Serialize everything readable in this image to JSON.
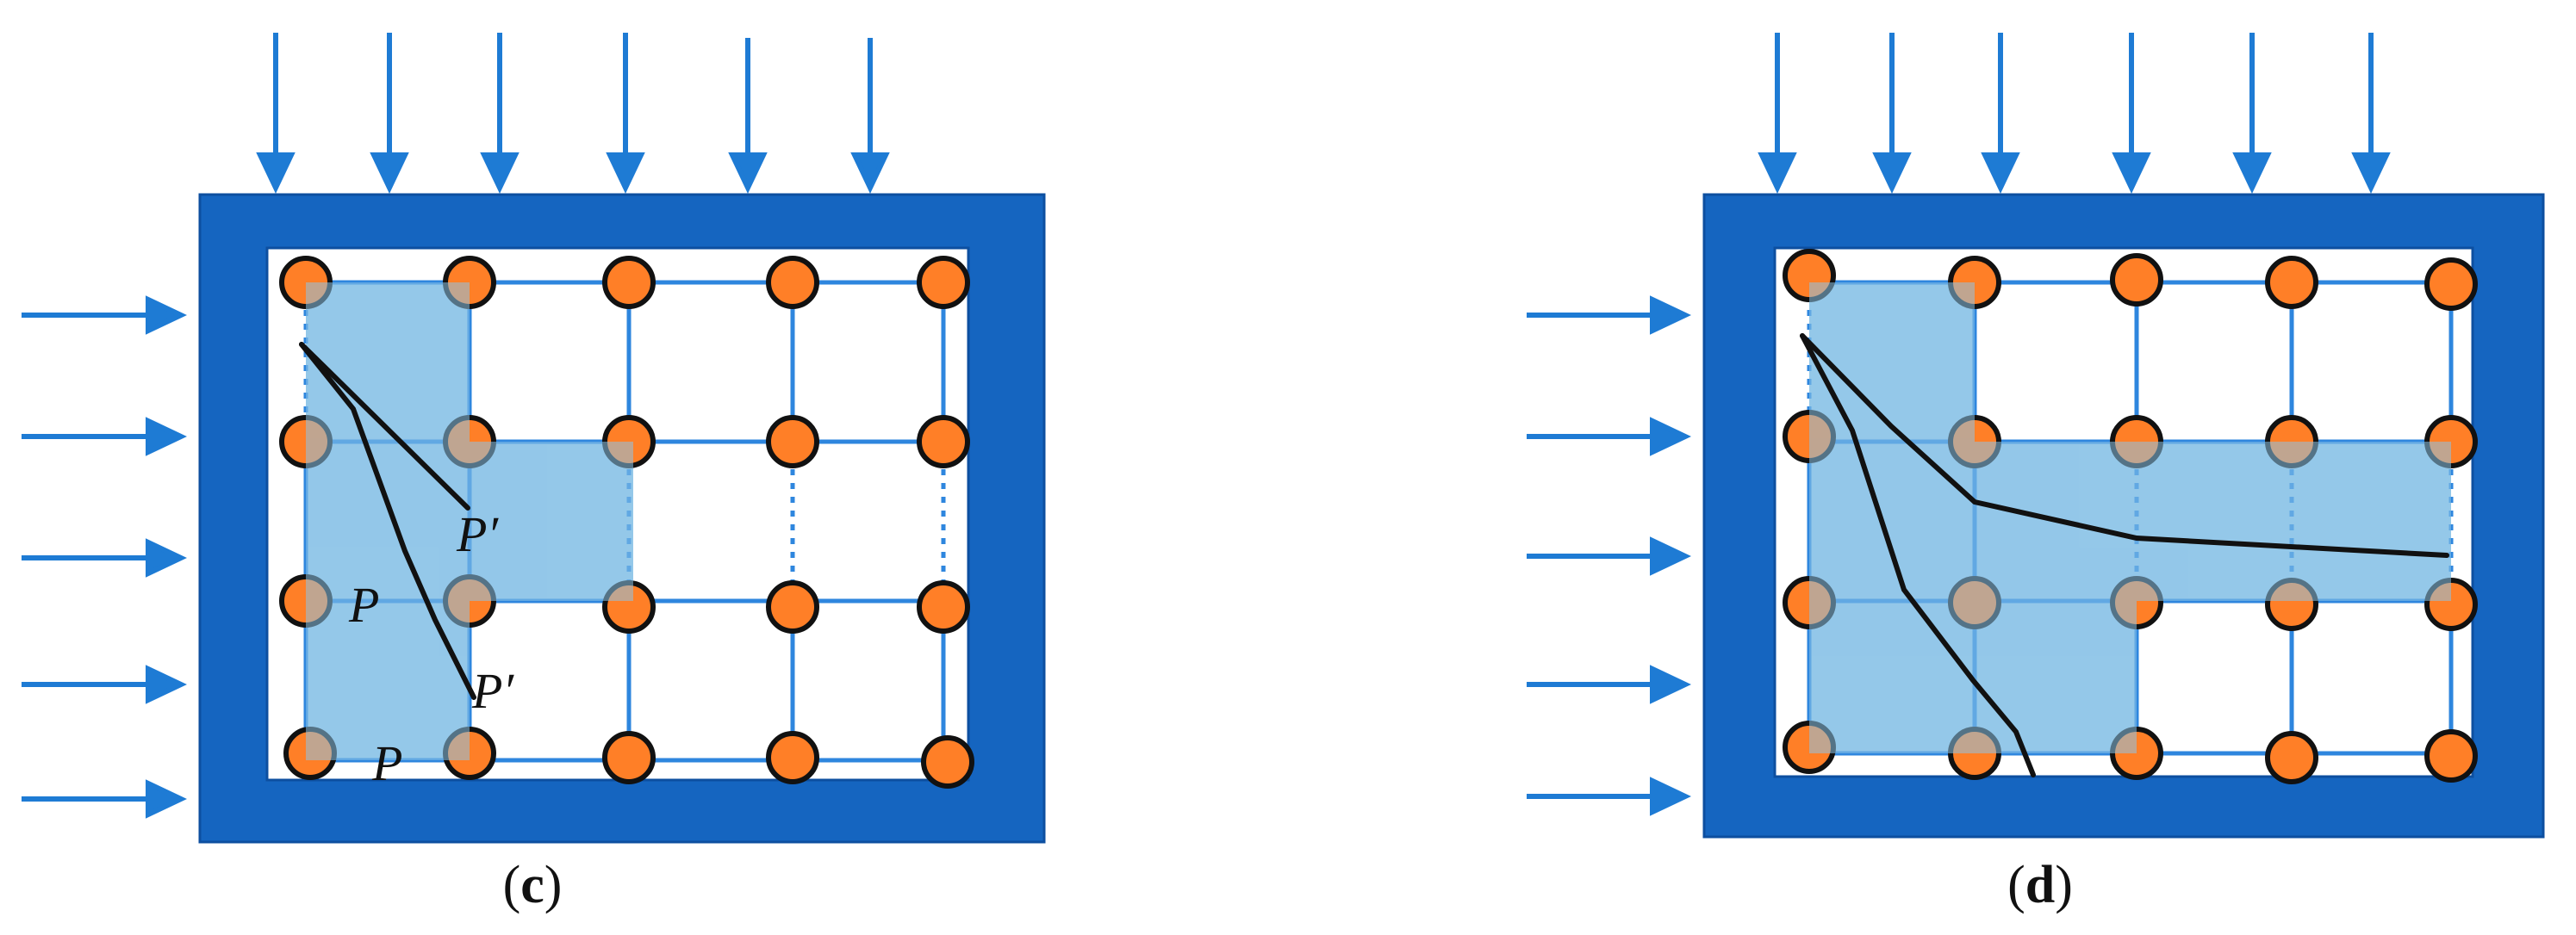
{
  "panels": [
    {
      "id": "c",
      "caption_open": "(",
      "caption_letter": "c",
      "caption_close": ")",
      "labels": [
        "P",
        "P′",
        "P",
        "P′"
      ]
    },
    {
      "id": "d",
      "caption_open": "(",
      "caption_letter": "d",
      "caption_close": ")",
      "labels": []
    }
  ],
  "colors": {
    "frame": "#1565C0",
    "arrow": "#1E7BD4",
    "grid": "#2E86DE",
    "node_fill": "#FF7F27",
    "node_stroke": "#111111",
    "highlight": "#8CC4E8",
    "path": "#111111"
  }
}
